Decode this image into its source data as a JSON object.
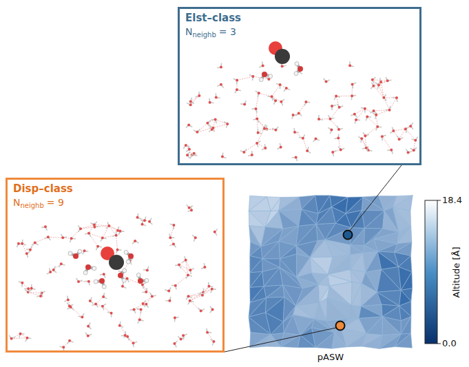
{
  "diagram": {
    "nodes": [
      {
        "text": [
          "Elst–class",
          "N",
          "neighb",
          "= 3"
        ]
      },
      {
        "text": [
          "Disp–class",
          "N",
          "neighb",
          "= 9"
        ]
      }
    ],
    "labels": [
      "18.4",
      "0.0",
      "Altitude [Å]",
      "pASW"
    ]
  }
}
